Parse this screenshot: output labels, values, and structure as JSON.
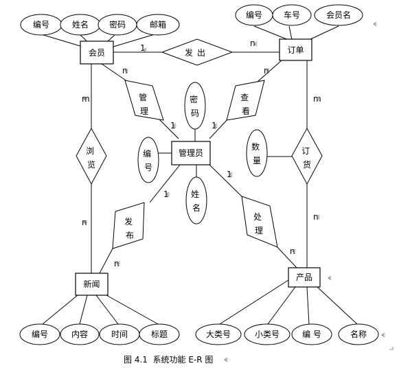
{
  "entities": {
    "member": "会员",
    "order": "订单",
    "admin": "管理员",
    "news": "新闻",
    "product": "产品"
  },
  "relationships": {
    "issue": "发出",
    "manage": "管理",
    "view": "查看",
    "browse": "浏览",
    "order_goods": "订货",
    "publish": "发布",
    "handle": "处理"
  },
  "attributes": {
    "member": [
      "编号",
      "姓名",
      "密码",
      "邮箱"
    ],
    "order": [
      "编号",
      "车号",
      "会员名"
    ],
    "admin": [
      "编号",
      "密码",
      "姓名"
    ],
    "order_goods": [
      "数量"
    ],
    "news": [
      "编号",
      "内容",
      "时间",
      "标题"
    ],
    "product": [
      "大类号",
      "小类号",
      "编 号",
      "名称"
    ]
  },
  "cardinalities": {
    "member_issue": "1",
    "order_issue": "n",
    "member_manage": "n",
    "admin_manage": "1",
    "admin_view": "1",
    "order_view": "n",
    "member_browse": "m",
    "news_browse": "n",
    "order_order_goods": "m",
    "product_order_goods": "n",
    "admin_publish": "1",
    "news_publish": "n",
    "admin_handle": "1",
    "product_handle": "n"
  },
  "caption": "图 4.1  系统功能 E-R 图"
}
